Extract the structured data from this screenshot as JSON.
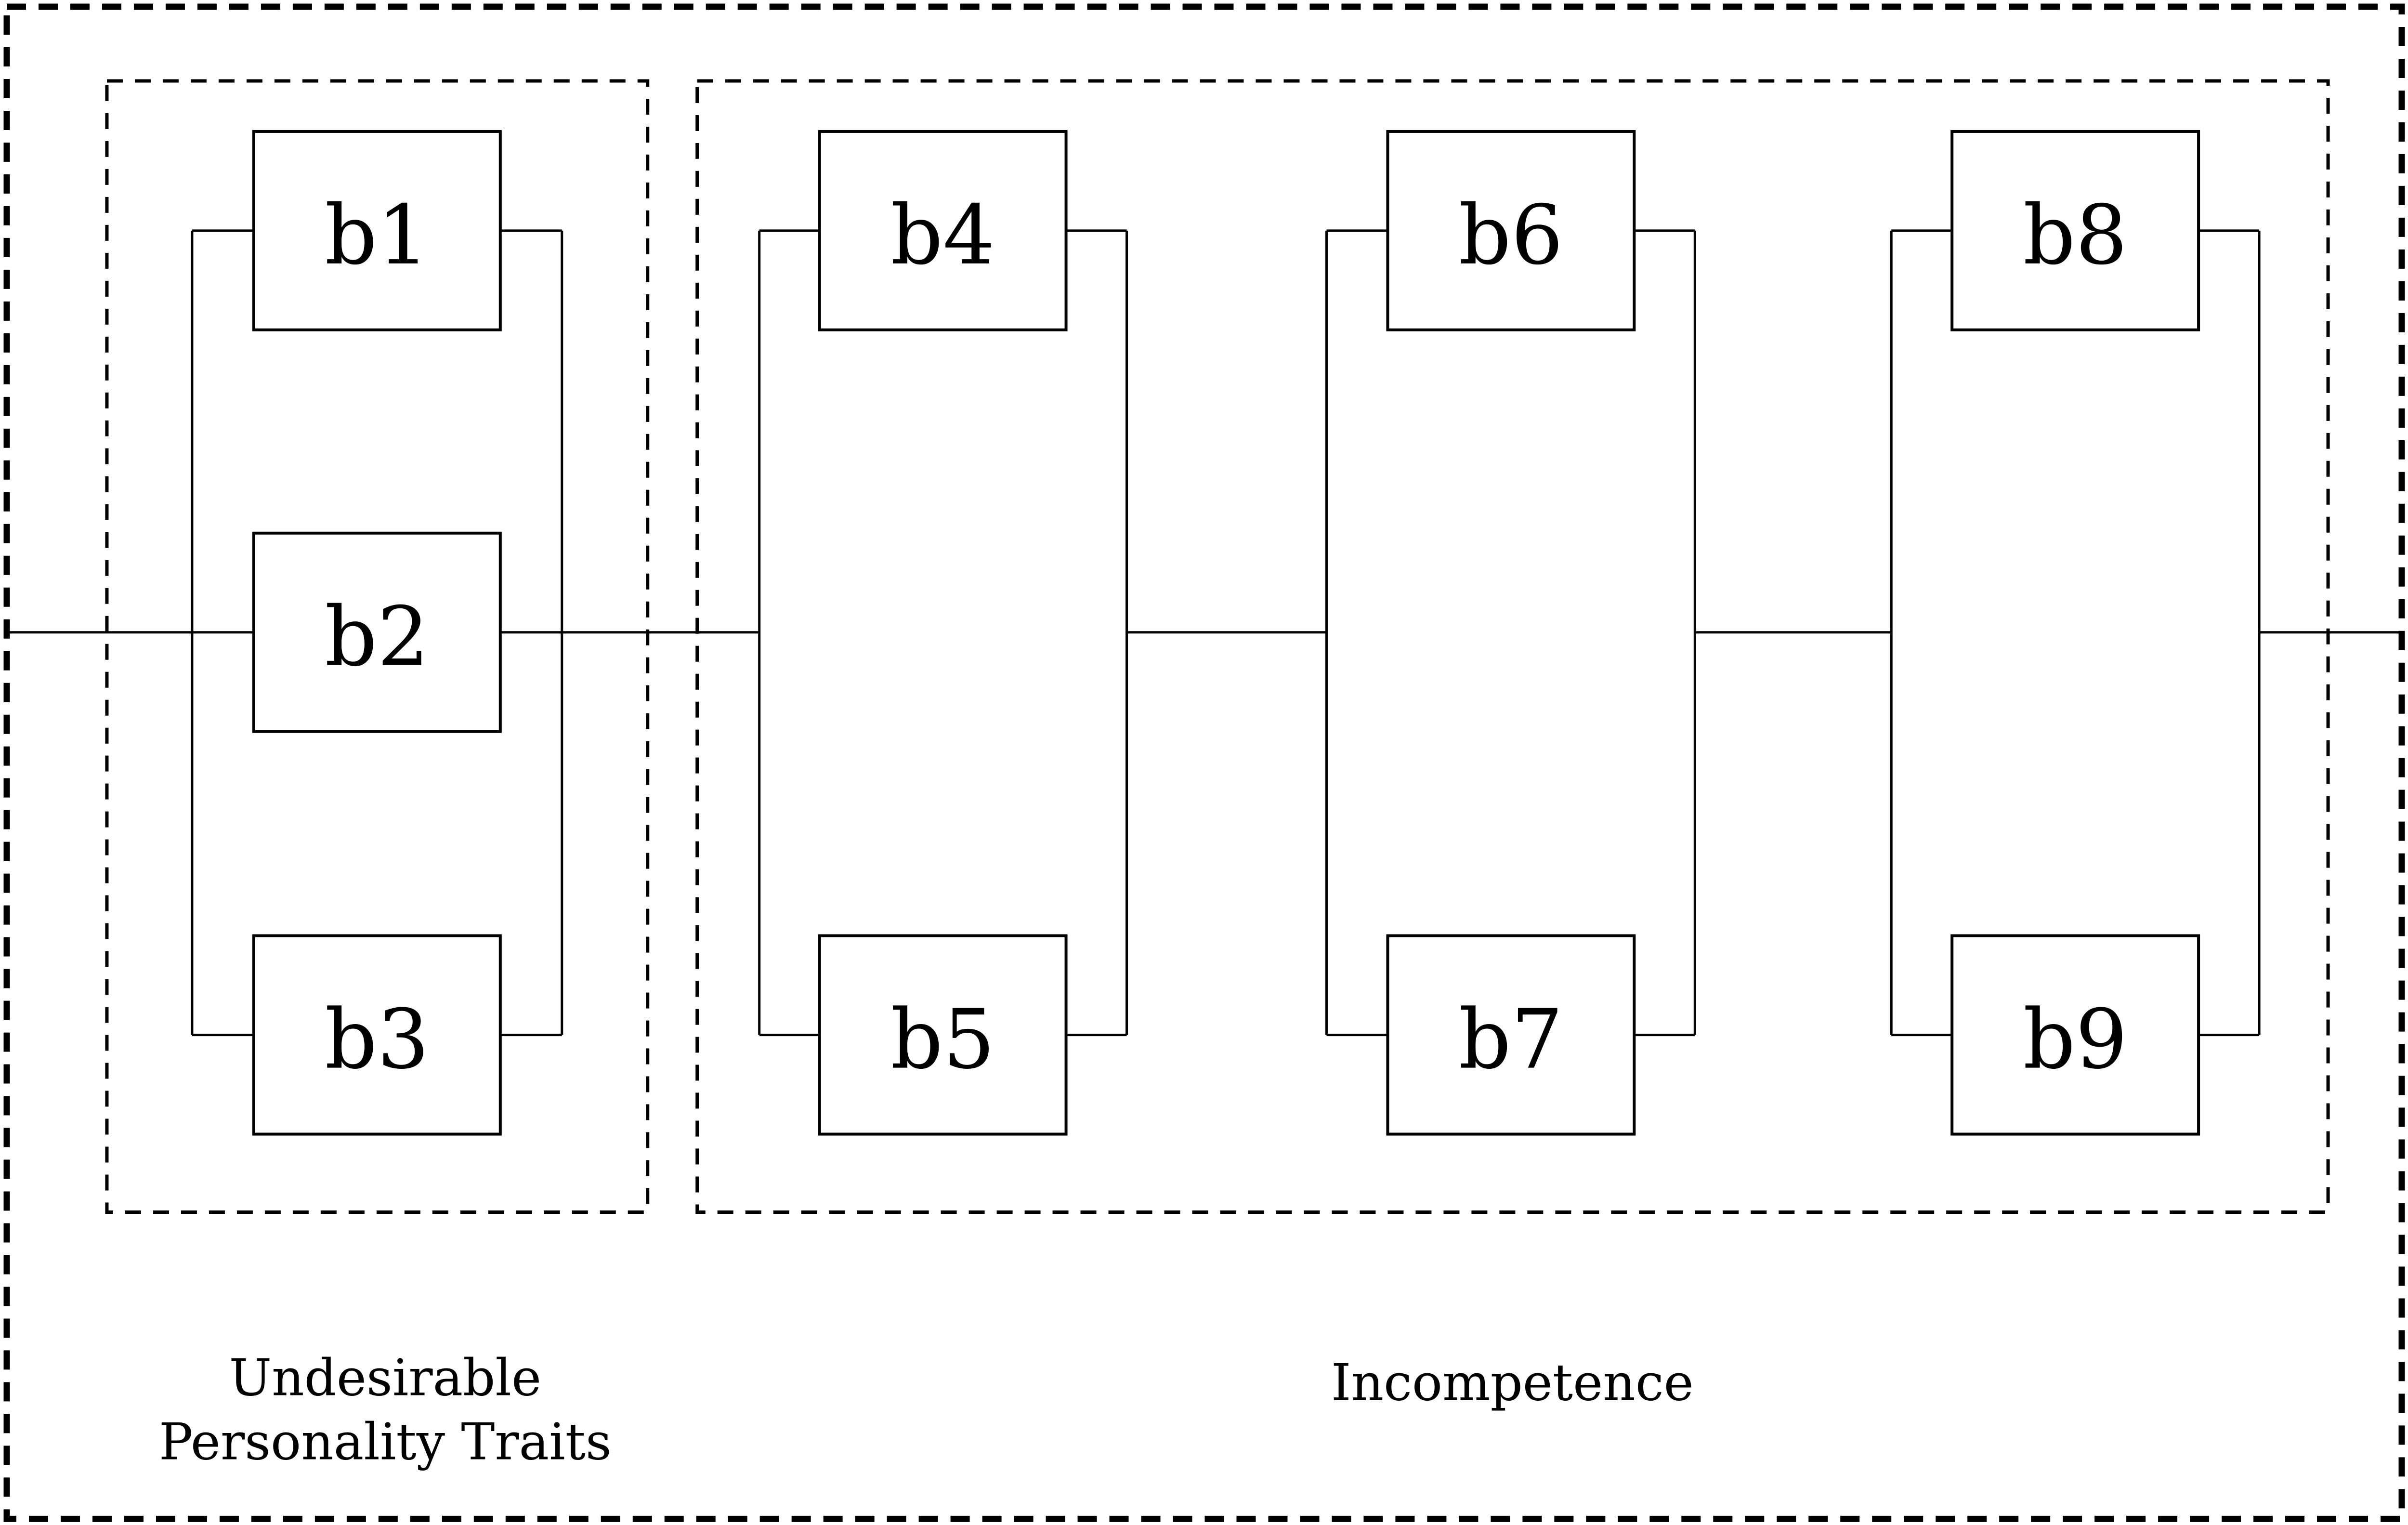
{
  "diagram": {
    "kind": "reliability-block-diagram",
    "blocks": {
      "b1": "b1",
      "b2": "b2",
      "b3": "b3",
      "b4": "b4",
      "b5": "b5",
      "b6": "b6",
      "b7": "b7",
      "b8": "b8",
      "b9": "b9"
    },
    "captions": {
      "left_line1": "Undesirable",
      "left_line2": "Personality Traits",
      "right": "Incompetence"
    },
    "colors": {
      "ink": "#000000",
      "background": "#ffffff"
    }
  }
}
